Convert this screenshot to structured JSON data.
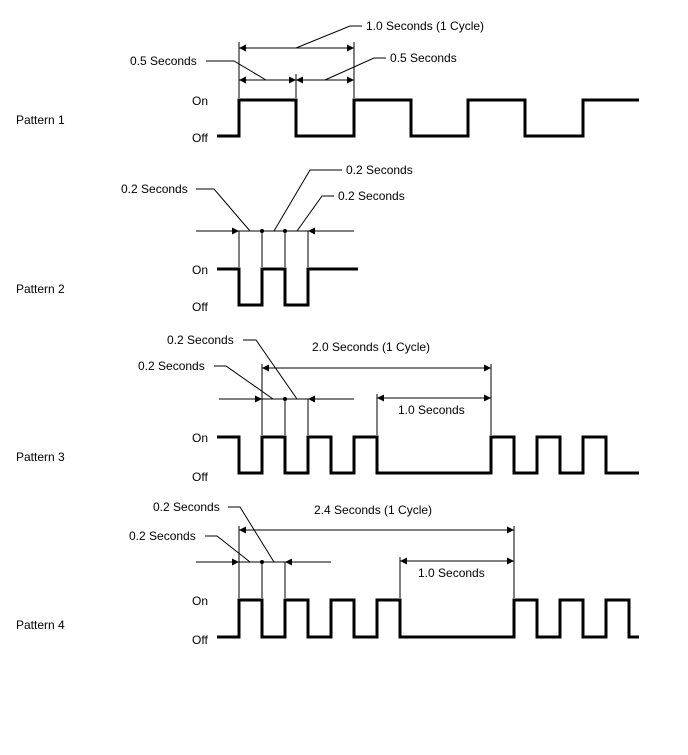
{
  "patterns": [
    {
      "label": "Pattern 1",
      "on_label": "On",
      "off_label": "Off",
      "annotations": [
        "1.0 Seconds (1 Cycle)",
        "0.5 Seconds",
        "0.5 Seconds"
      ]
    },
    {
      "label": "Pattern 2",
      "on_label": "On",
      "off_label": "Off",
      "annotations": [
        "0.2 Seconds",
        "0.2 Seconds",
        "0.2 Seconds"
      ]
    },
    {
      "label": "Pattern 3",
      "on_label": "On",
      "off_label": "Off",
      "annotations": [
        "0.2 Seconds",
        "0.2 Seconds",
        "2.0 Seconds (1 Cycle)",
        "1.0 Seconds"
      ]
    },
    {
      "label": "Pattern 4",
      "on_label": "On",
      "off_label": "Off",
      "annotations": [
        "0.2 Seconds",
        "0.2 Seconds",
        "2.4 Seconds (1 Cycle)",
        "1.0 Seconds"
      ]
    }
  ]
}
